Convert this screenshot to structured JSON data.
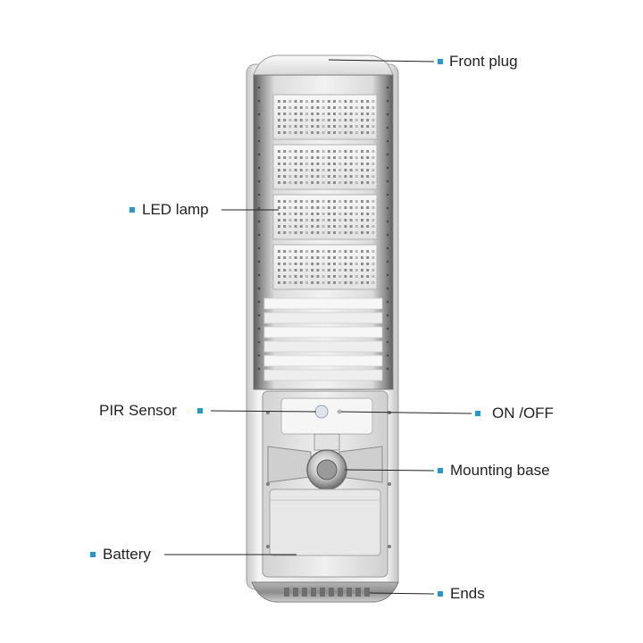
{
  "labels": {
    "front_plug": "Front plug",
    "led_lamp": "LED lamp",
    "pir_sensor": "PIR Sensor",
    "on_off": "ON /OFF",
    "mounting_base": "Mounting base",
    "battery": "Battery",
    "ends": "Ends"
  },
  "colors": {
    "bullet": "#1e9bd7",
    "leader": "#222222"
  }
}
